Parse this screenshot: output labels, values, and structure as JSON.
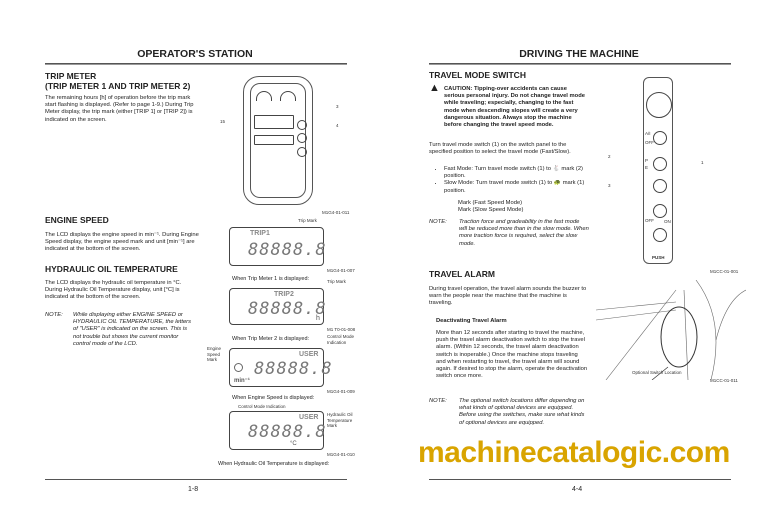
{
  "left_page": {
    "title": "OPERATOR'S STATION",
    "trip_meter": {
      "heading1": "TRIP METER",
      "heading2": "(TRIP METER 1 AND TRIP METER 2)",
      "body": "The remaining hours [h] of operation before the trip mark start flashing is displayed. (Refer to page 1-9.) During Trip Meter display, the trip mark (either [TRIP 1] or [TRIP 2]) is indicated on the screen."
    },
    "engine_speed": {
      "heading": "ENGINE SPEED",
      "body": "The LCD displays the engine speed in min⁻¹. During Engine Speed display, the engine speed mark and unit [min⁻¹] are indicated at the bottom of the screen."
    },
    "hyd_oil": {
      "heading": "HYDRAULIC OIL TEMPERATURE",
      "body": "The LCD displays the hydraulic oil temperature in °C. During Hydraulic Oil Temperature display, unit [°C] is indicated at the bottom of the screen."
    },
    "note": {
      "label": "NOTE:",
      "text": "While displaying either ENGINE SPEED or HYDRAULIC OIL TEMPERATURE, the letters of \"USER\" is indicated on the screen. This is not trouble but shows the current monitor control mode of the LCD."
    },
    "monitor_figure": {
      "callouts": [
        "3",
        "4",
        "15"
      ],
      "code": "M1G4-01-011"
    },
    "lcd_figures": [
      {
        "mark": "TRIP1",
        "digits": "88888.8",
        "unit": "",
        "callout": "Trip Mark",
        "caption": "When Trip Meter 1 is displayed:",
        "code": "M1G4-01-007"
      },
      {
        "mark": "TRIP2",
        "digits": "88888.8",
        "unit": "h",
        "callout": "Trip Mark",
        "caption": "When Trip Meter 2 is displayed:",
        "code": "M1 T0-01-008"
      },
      {
        "mark": "USER",
        "digits": "88888.8",
        "unit": "min⁻¹",
        "callout": "Control Mode Indication",
        "callout2": "Engine Speed Mark",
        "caption": "When Engine Speed is displayed:",
        "code": "M1G4-01-009"
      },
      {
        "mark": "USER",
        "digits": "88888.8",
        "unit": "°C",
        "callout": "Control Mode Indication",
        "callout2": "Hydraulic Oil Temperature Mark",
        "caption": "When Hydraulic Oil Temperature is displayed:",
        "code": "M1G4-01-010"
      }
    ],
    "page_number": "1-8"
  },
  "right_page": {
    "title": "DRIVING THE MACHINE",
    "travel_mode": {
      "heading": "TRAVEL MODE SWITCH",
      "caution": "CAUTION: Tipping-over accidents can cause serious personal injury. Do not change travel mode while traveling; especially, changing to the fast mode when descending slopes will create a very dangerous situation. Always stop the machine before changing the travel speed mode.",
      "body": "Turn travel mode switch (1) on the switch panel to the specified position to select the travel mode (Fast/Slow).",
      "bullets": [
        "Fast Mode: Turn travel mode switch (1) to 🐇 mark (2) position.",
        "Slow Mode: Turn travel mode switch (1) to 🐢 mark (1) position."
      ],
      "legend": [
        "Mark (Fast Speed Mode)",
        "Mark (Slow Speed Mode)"
      ],
      "note_label": "NOTE:",
      "note": "Traction force and gradeability in the fast mode will be reduced more than in the slow mode. When more traction force is required, select the slow mode."
    },
    "switch_figure": {
      "callouts": [
        "1",
        "2",
        "3"
      ],
      "labels": [
        "A/I",
        "OFF",
        "P",
        "E",
        "OFF",
        "ON",
        "PUSH"
      ],
      "code": "M1CC-01-001"
    },
    "travel_alarm": {
      "heading": "TRAVEL ALARM",
      "body": "During travel operation, the travel alarm sounds the buzzer to warn the people near the machine that the machine is traveling.",
      "sub_heading": "Deactivating Travel Alarm",
      "sub_body": "More than 12 seconds after starting to travel the machine, push the travel alarm deactivation switch to stop the travel alarm. (Within 12 seconds, the travel alarm deactivation switch is inoperable.) Once the machine stops traveling and when restarting to travel, the travel alarm will sound again. If desired to stop the alarm, operate the deactivation switch once more.",
      "note_label": "NOTE:",
      "note": "The optional switch locations differ depending on what kinds of optional devices are equipped. Before using the switches, make sure what kinds of optional devices are equipped."
    },
    "cab_figure": {
      "label": "Optional Switch Location",
      "code": "M1CC-01-011"
    },
    "page_number": "4-4"
  },
  "watermark": "machinecatalogic.com"
}
